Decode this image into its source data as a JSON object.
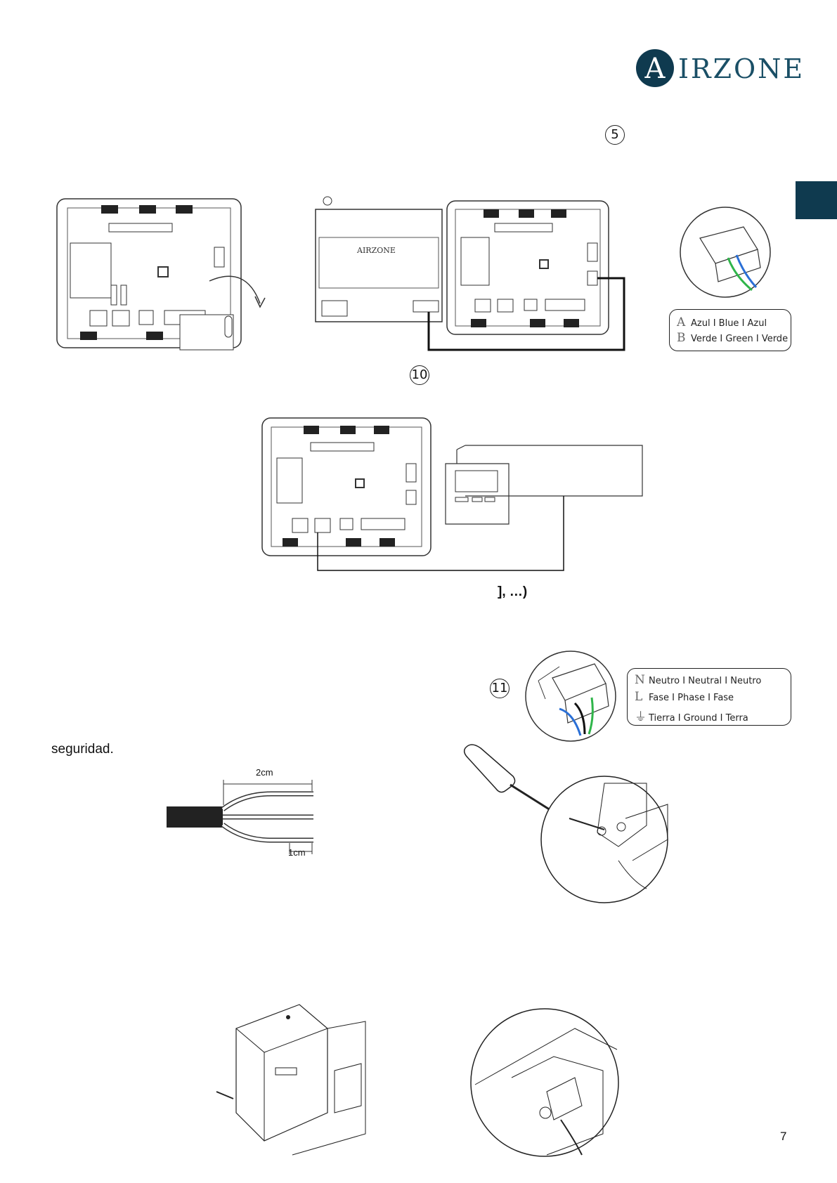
{
  "header": {
    "logo_initial": "A",
    "logo_text": "IRZONE"
  },
  "step_markers": {
    "five": "5",
    "ten": "10",
    "eleven": "11"
  },
  "legend_bus": {
    "rows": [
      {
        "symbol": "A",
        "label": "Azul I Blue I Azul"
      },
      {
        "symbol": "B",
        "label": "Verde I Green I Verde"
      }
    ]
  },
  "legend_power": {
    "rows": [
      {
        "symbol": "N",
        "label": "Neutro I Neutral I Neutro"
      },
      {
        "symbol": "L",
        "label": "Fase I Phase I Fase"
      },
      {
        "symbol": "⏚",
        "label": "Tierra I Ground I Terra"
      }
    ]
  },
  "fragment_text": "], …)",
  "body_text": "seguridad.",
  "cable_dims": {
    "top": "2cm",
    "bottom": "1cm"
  },
  "device_brand": "AIRZONE",
  "page_number": "7",
  "colors": {
    "brand": "#0f3a4f",
    "wire_blue": "#2a6fd6",
    "wire_green": "#2fb54a",
    "wire_black": "#111111"
  }
}
